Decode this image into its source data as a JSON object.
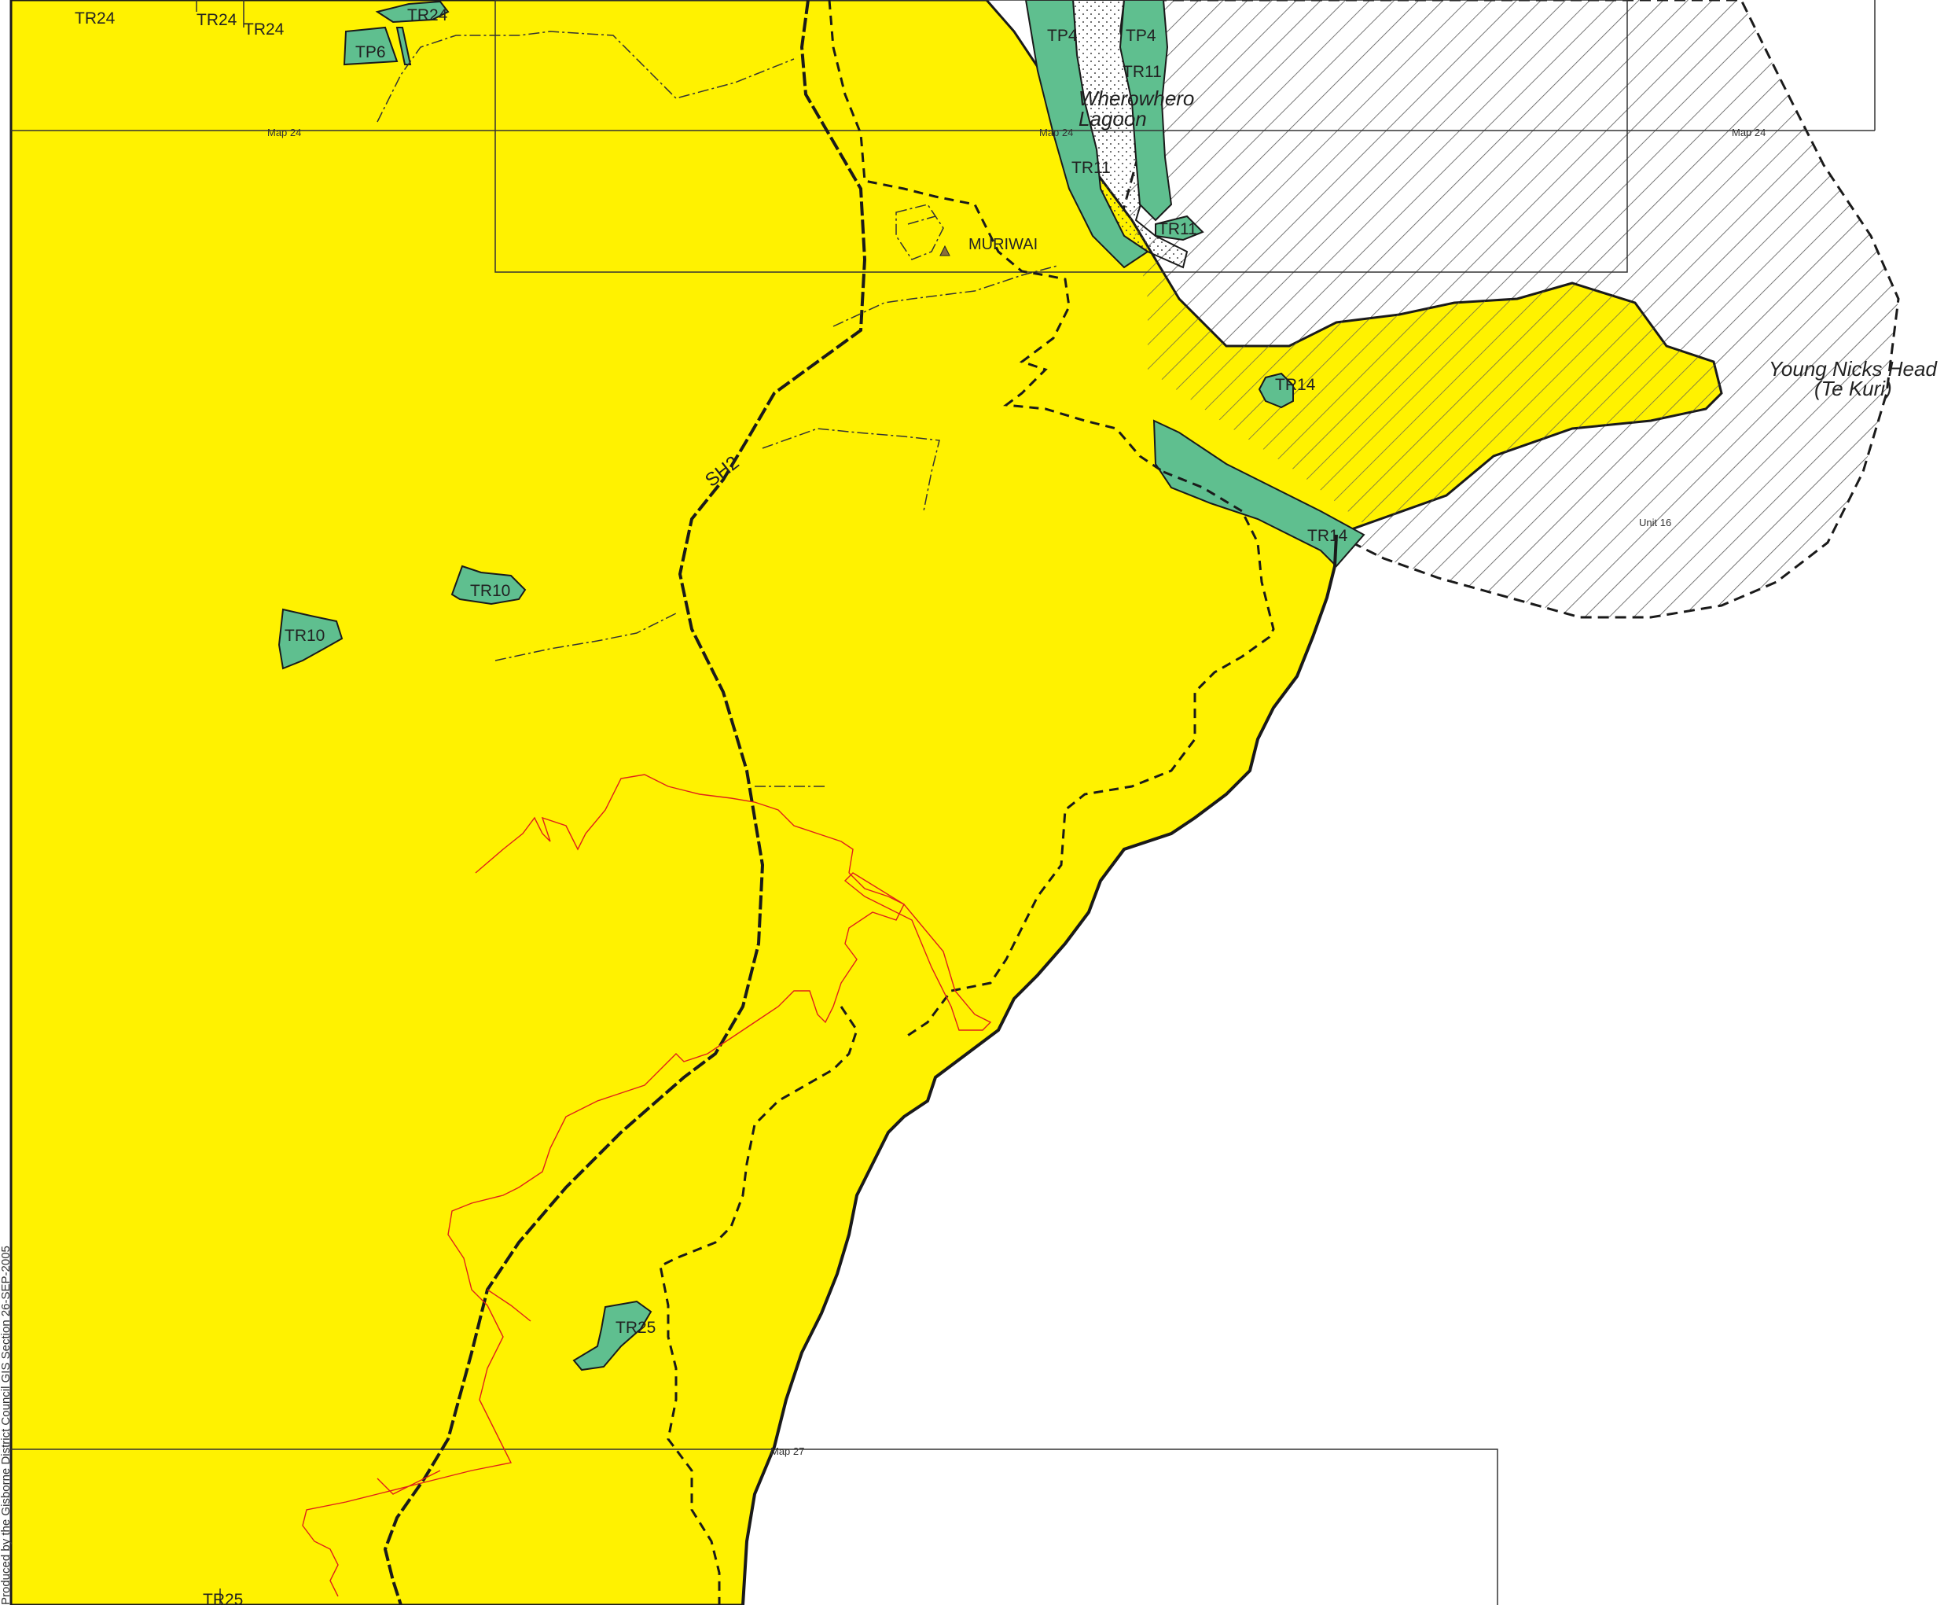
{
  "credit": "Produced by the Gisborne District Council GIS Section   26-SEP-2005",
  "zones": {
    "tr24_a": "TR24",
    "tr24_b": "TR24",
    "tr24_c": "TR24",
    "tr24_d": "TR24",
    "tp6": "TP6",
    "tp4_a": "TP4",
    "tp4_b": "TP4",
    "tr11_a": "TR11",
    "tr11_b": "TR11",
    "tr11_c": "TR11",
    "tr14_a": "TR14",
    "tr14_b": "TR14",
    "tr10_a": "TR10",
    "tr10_b": "TR10",
    "tr25_a": "TR25",
    "tr25_b": "TR25"
  },
  "places": {
    "muriwai": "MURIWAI",
    "lagoon_line1": "Wherowhero",
    "lagoon_line2": "Lagoon",
    "head_line1": "Young  Nicks  Head",
    "head_line2": "(Te  Kuri)",
    "unit": "Unit 16"
  },
  "road": {
    "label": "SH2"
  },
  "map_refs": {
    "a": "Map 24",
    "b": "Map 24",
    "c": "Map 24",
    "d": "Map 27"
  },
  "colors": {
    "land_yellow": "#fff200",
    "zone_green": "#5fbf8f",
    "outline": "#1a1a1a",
    "river_red": "#e0201a",
    "hatch": "#555555",
    "sea": "#ffffff"
  }
}
